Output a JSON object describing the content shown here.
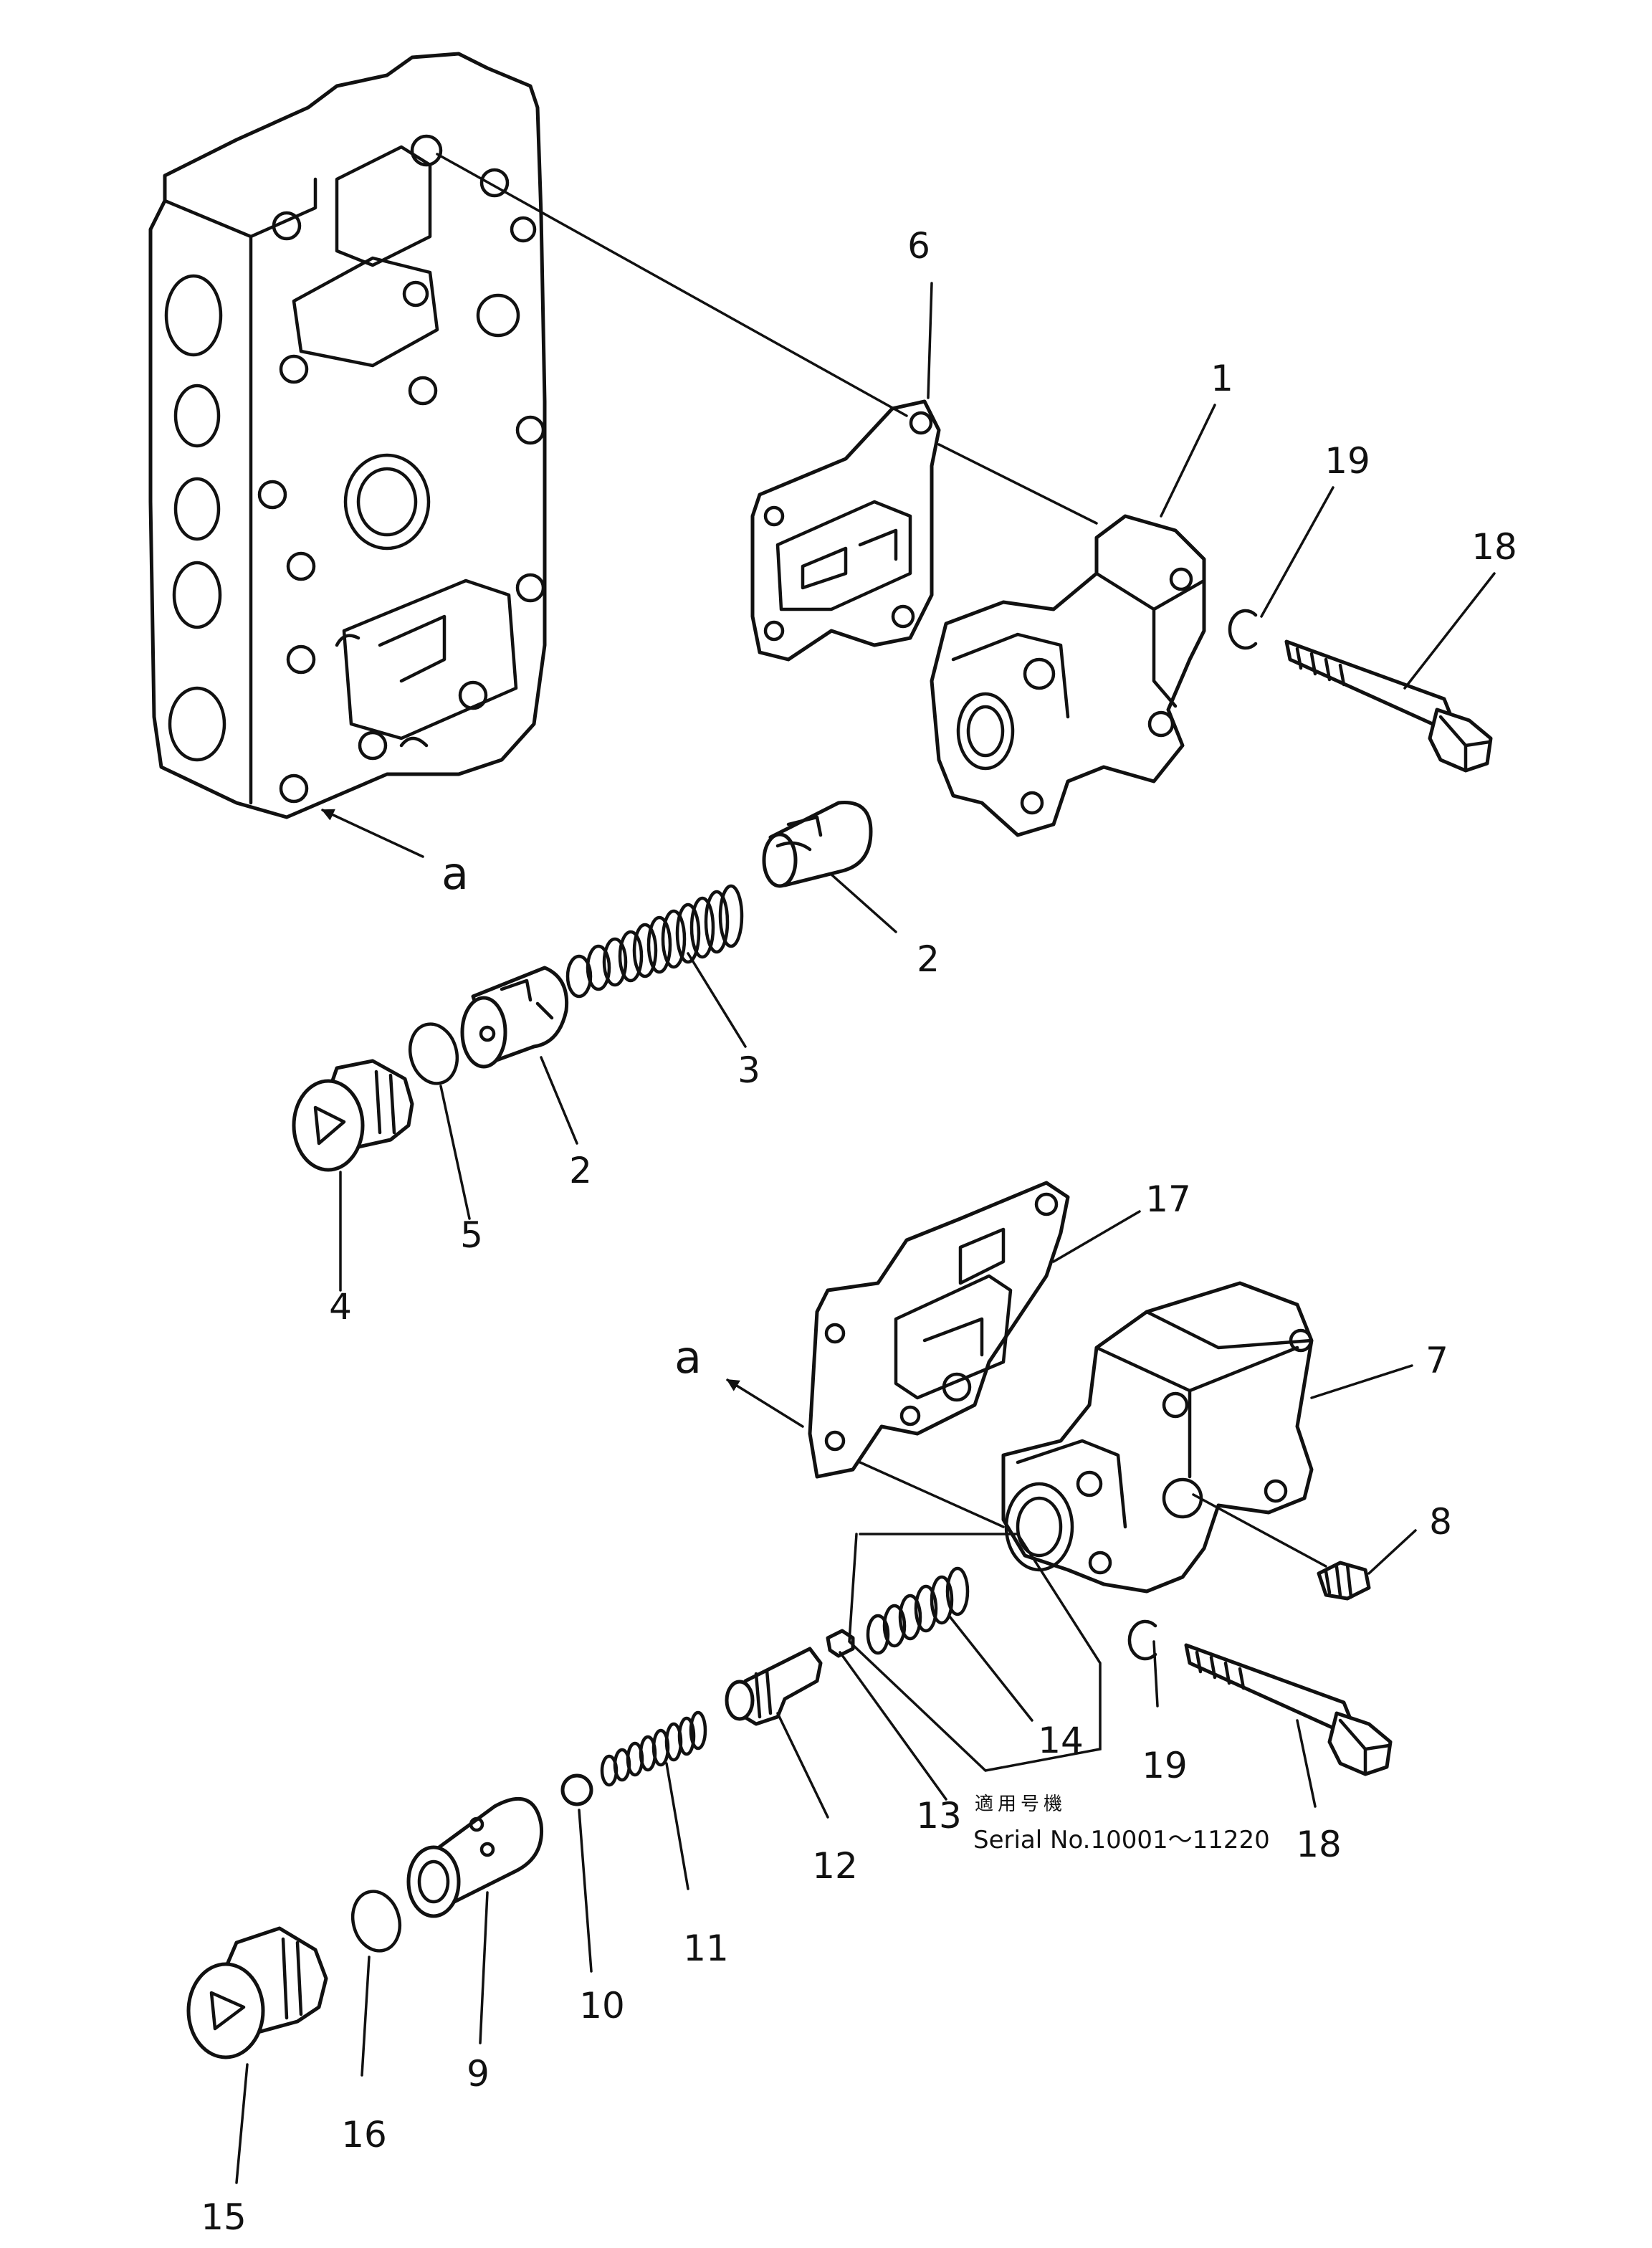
{
  "labels": {
    "p1": "1",
    "p2a": "2",
    "p2b": "2",
    "p3": "3",
    "p4": "4",
    "p5": "5",
    "p6": "6",
    "p7": "7",
    "p8": "8",
    "p9": "9",
    "p10": "10",
    "p11": "11",
    "p12": "12",
    "p13": "13",
    "p14": "14",
    "p15": "15",
    "p16": "16",
    "p17": "17",
    "p18a": "18",
    "p18b": "18",
    "p19a": "19",
    "p19b": "19",
    "ref_a_top": "a",
    "ref_a_bottom": "a"
  },
  "note": {
    "applicable": "適用号機",
    "serial": "Serial No.10001～11220"
  }
}
